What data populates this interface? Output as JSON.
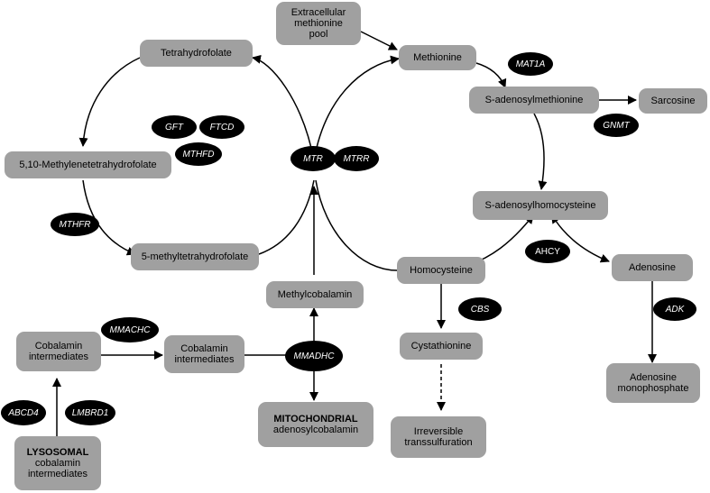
{
  "nodes": {
    "tetrahydrofolate": "Tetrahydrofolate",
    "methylenethf": "5,10-Methylenetetrahydrofolate",
    "methylthf": "5-methyltetrahydrofolate",
    "extracellular": "Extracellular\nmethionine\npool",
    "methionine": "Methionine",
    "sam": "S-adenosylmethionine",
    "sarcosine": "Sarcosine",
    "sah": "S-adenosylhomocysteine",
    "homocysteine": "Homocysteine",
    "adenosine": "Adenosine",
    "methylcobalamin": "Methylcobalamin",
    "cobalamin_left": "Cobalamin\nintermediates",
    "cobalamin_mid": "Cobalamin\nintermediates",
    "cystathionine": "Cystathionine",
    "amp": "Adenosine\nmonophosphate",
    "mitochondrial_bold": "MITOCHONDRIAL",
    "mitochondrial_rest": "adenosylcobalamin",
    "lysosomal_bold": "LYSOSOMAL",
    "lysosomal_rest": "cobalamin\nintermediates",
    "transsulfuration": "Irreversible\ntranssulfuration"
  },
  "enzymes": {
    "gft": "GFT",
    "ftcd": "FTCD",
    "mthfd": "MTHFD",
    "mthfr": "MTHFR",
    "mtr": "MTR",
    "mtrr": "MTRR",
    "mat1a": "MAT1A",
    "gnmt": "GNMT",
    "ahcy": "AHCY",
    "cbs": "CBS",
    "adk": "ADK",
    "mmachc": "MMACHC",
    "mmadhc": "MMADHC",
    "abcd4": "ABCD4",
    "lmbrd1": "LMBRD1"
  },
  "colors": {
    "node_fill": "#a0a0a0",
    "enzyme_fill": "#000000",
    "enzyme_text": "#ffffff",
    "line": "#000000"
  }
}
